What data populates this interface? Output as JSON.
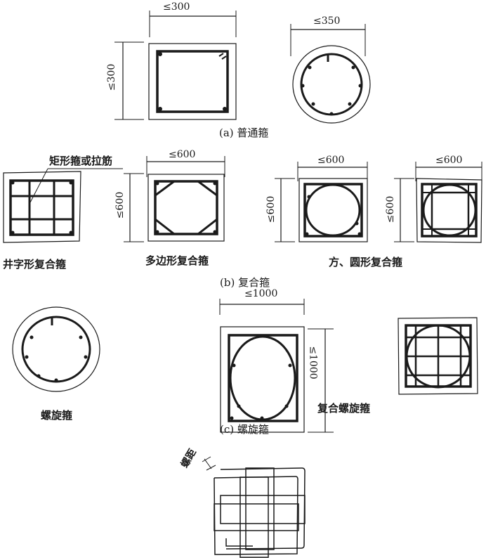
{
  "figure": {
    "sections": {
      "a": {
        "caption": "(a) 普通箍"
      },
      "b": {
        "caption": "(b) 复合箍"
      },
      "c": {
        "caption": "(c) 螺旋箍"
      }
    },
    "a_square": {
      "dim_width": "≤300",
      "dim_height": "≤300"
    },
    "a_circle": {
      "dim_width": "≤350"
    },
    "b_grid": {
      "label": "井字形复合箍",
      "callout": "矩形箍或拉筋"
    },
    "b_polygon": {
      "label": "多边形复合箍",
      "dim_width": "≤600",
      "dim_height": "≤600"
    },
    "b_square_circle": {
      "label": "方、圆形复合箍",
      "dim_width_1": "≤600",
      "dim_height_1": "≤600",
      "dim_width_2": "≤600",
      "dim_height_2": "≤600"
    },
    "c_spiral": {
      "label": "螺旋箍"
    },
    "c_composite": {
      "label": "复合螺旋箍",
      "dim_width": "≤1000",
      "dim_height": "≤1000"
    },
    "pitch": {
      "label": "螺距"
    }
  }
}
